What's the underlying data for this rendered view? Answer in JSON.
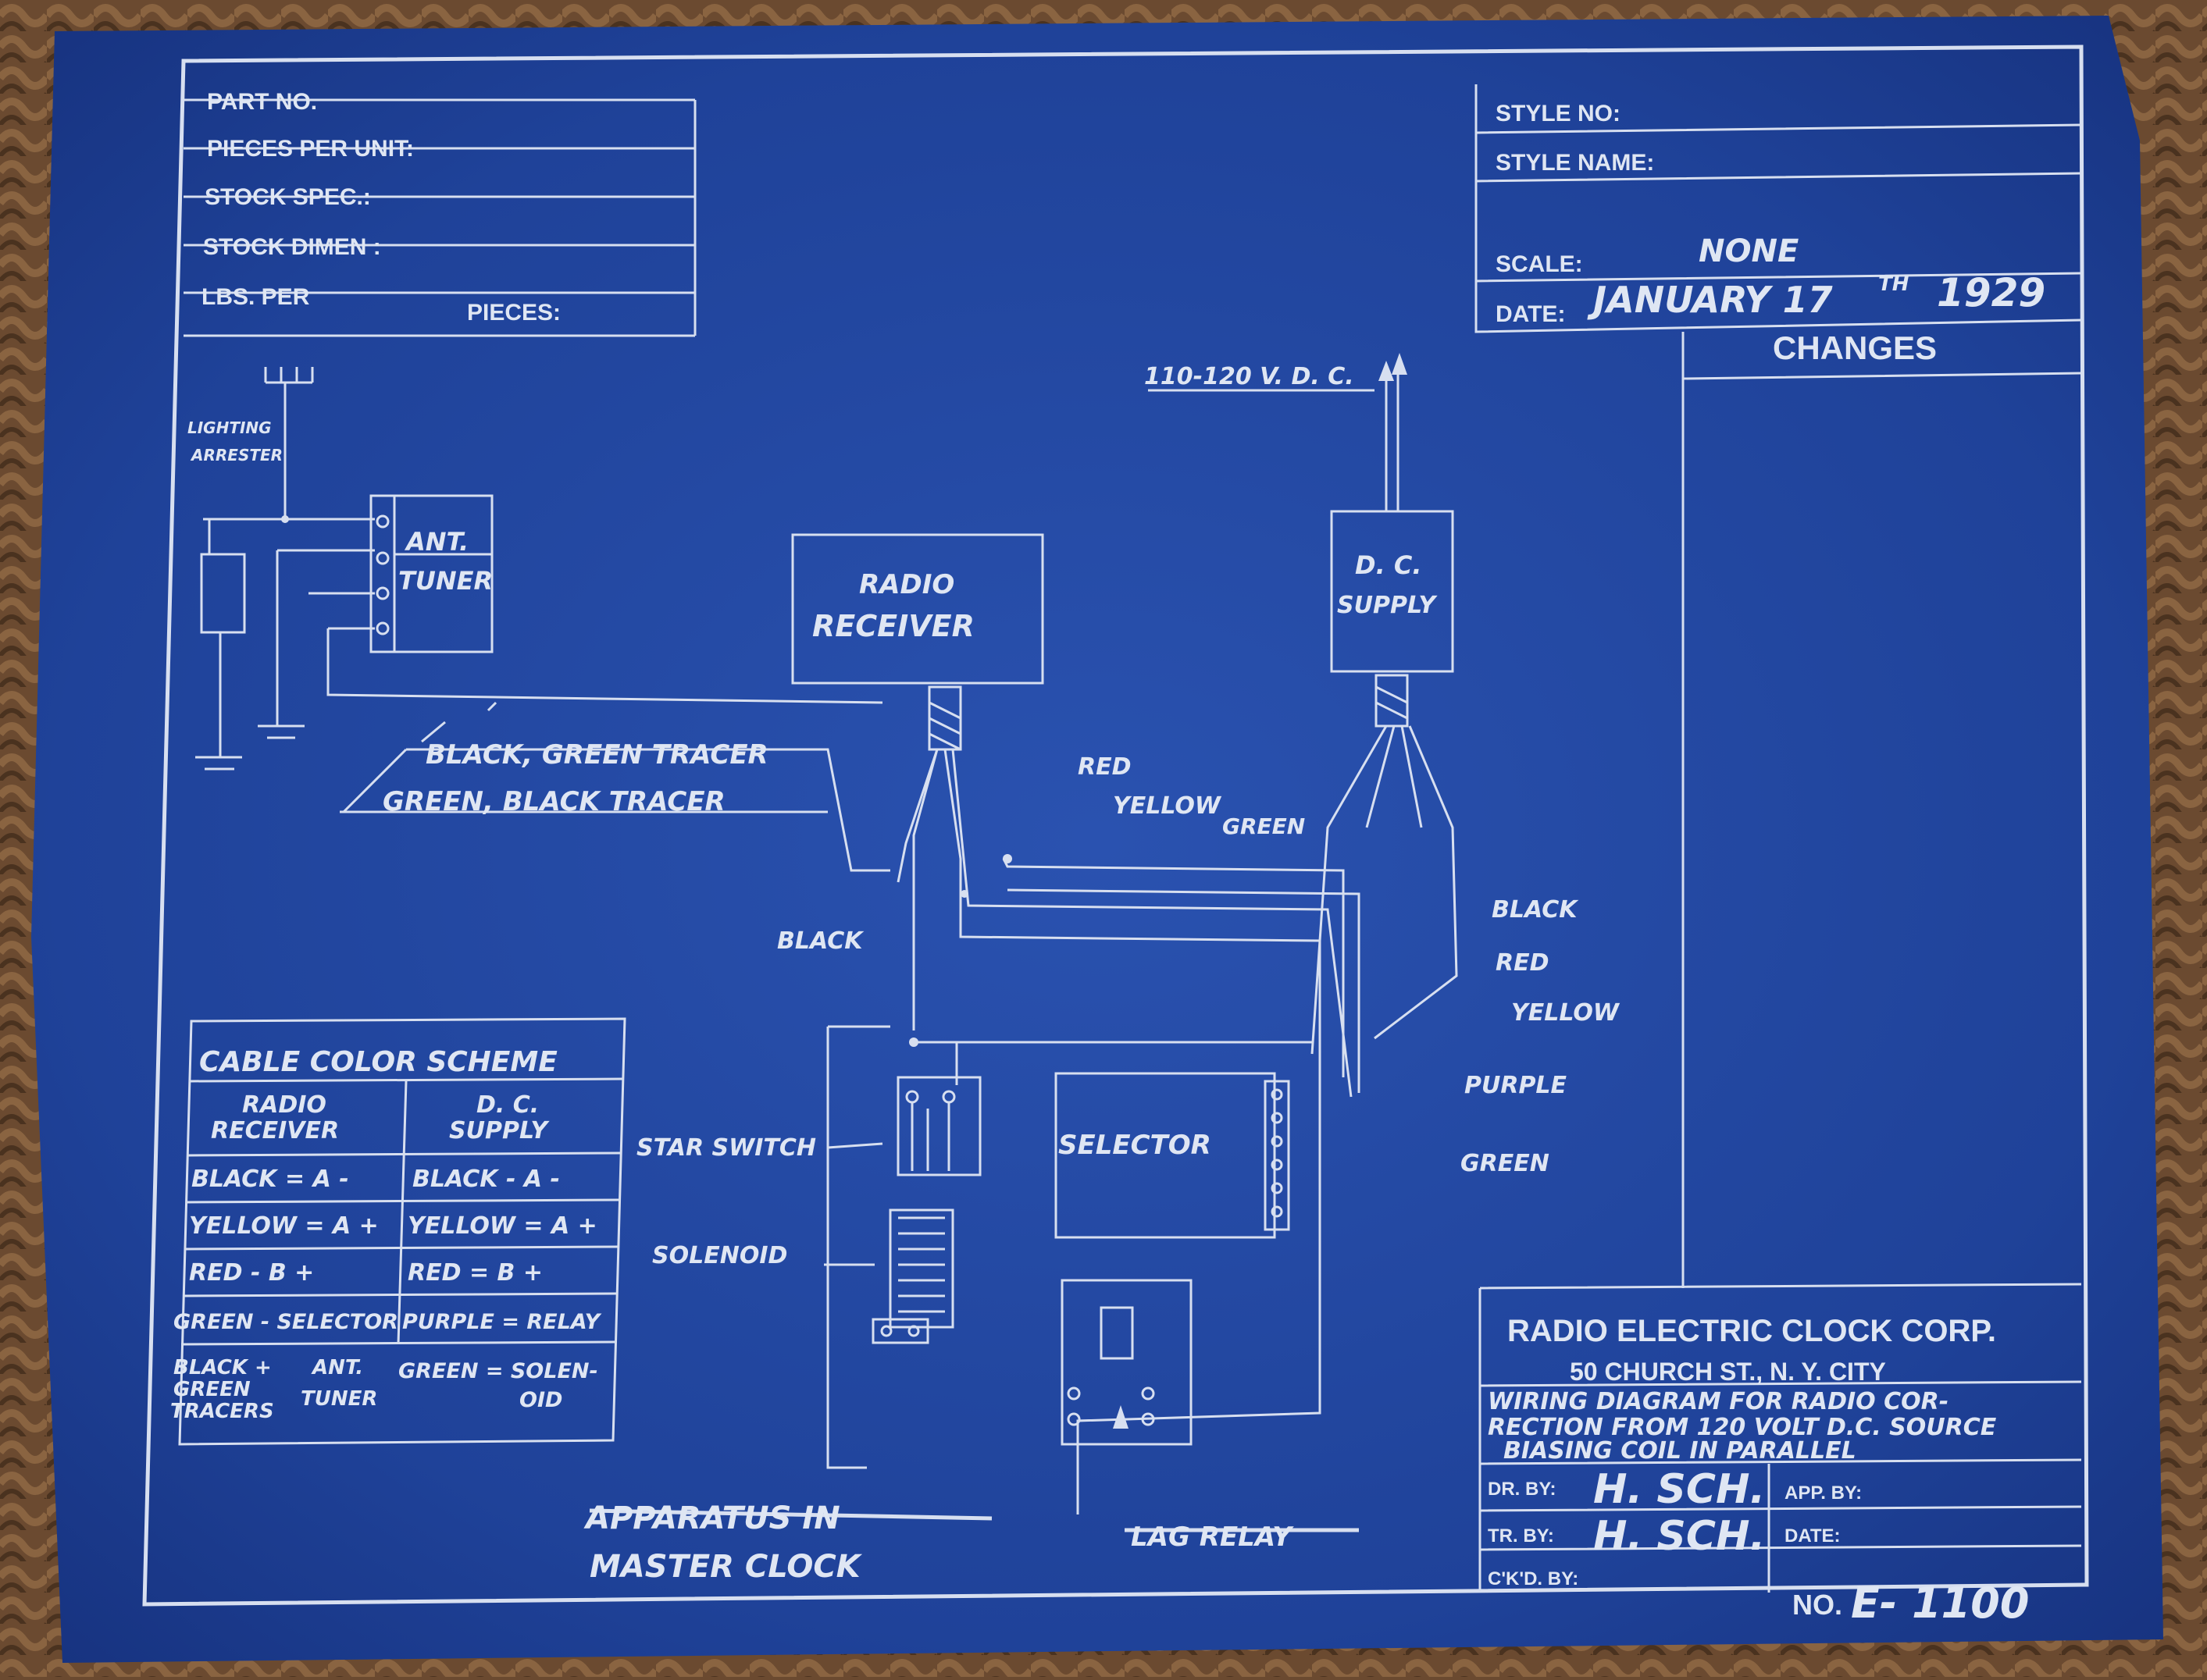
{
  "title_block": {
    "part_no": "PART NO.",
    "pieces_per_unit": "PIECES PER UNIT:",
    "stock_spec": "STOCK SPEC.:",
    "stock_dimen": "STOCK DIMEN :",
    "lbs_per": "LBS. PER",
    "pieces": "PIECES:"
  },
  "style_block": {
    "style_no": "STYLE NO:",
    "style_name": "STYLE NAME:",
    "scale_label": "SCALE:",
    "scale_value": "NONE",
    "date_label": "DATE:",
    "date_value": "JANUARY 17",
    "date_sup": "TH",
    "date_year": "1929",
    "changes": "CHANGES"
  },
  "company_block": {
    "company": "RADIO ELECTRIC CLOCK CORP.",
    "address": "50 CHURCH ST., N. Y. CITY",
    "desc_line1": "WIRING DIAGRAM FOR RADIO COR-",
    "desc_line2": "RECTION FROM 120 VOLT D.C. SOURCE",
    "desc_line3": "BIASING COIL IN PARALLEL",
    "dr_by": "DR. BY:",
    "dr_by_sig": "H. SCH.",
    "tr_by": "TR. BY:",
    "tr_by_sig": "H. SCH.",
    "ckd_by": "C'K'D. BY:",
    "app_by": "APP. BY:",
    "date": "DATE:",
    "no_label": "NO.",
    "no_value": "E- 1100"
  },
  "diagram": {
    "supply_voltage": "110-120 V. D. C.",
    "lighting_arrester_1": "LIGHTING",
    "lighting_arrester_2": "ARRESTER",
    "ant_tuner_1": "ANT.",
    "ant_tuner_2": "TUNER",
    "radio_receiver_1": "RADIO",
    "radio_receiver_2": "RECEIVER",
    "dc_supply_1": "D. C.",
    "dc_supply_2": "SUPPLY",
    "wire_black_green": "BLACK, GREEN TRACER",
    "wire_green_black": "GREEN, BLACK TRACER",
    "red": "RED",
    "yellow": "YELLOW",
    "green": "GREEN",
    "black": "BLACK",
    "black_r": "BLACK",
    "red_r": "RED",
    "yellow_r": "YELLOW",
    "purple_r": "PURPLE",
    "green_r": "GREEN",
    "star_switch": "STAR SWITCH",
    "solenoid": "SOLENOID",
    "selector": "SELECTOR",
    "lag_relay": "LAG RELAY",
    "apparatus_1": "APPARATUS IN",
    "apparatus_2": "MASTER CLOCK"
  },
  "cable_scheme": {
    "title": "CABLE COLOR SCHEME",
    "col1_1": "RADIO",
    "col1_2": "RECEIVER",
    "col2_1": "D. C.",
    "col2_2": "SUPPLY",
    "rows": [
      [
        "BLACK = A -",
        "BLACK - A -"
      ],
      [
        "YELLOW = A +",
        "YELLOW = A +"
      ],
      [
        "RED - B +",
        "RED = B +"
      ],
      [
        "GREEN - SELECTOR",
        "PURPLE = RELAY"
      ]
    ],
    "last_left_1": "BLACK +",
    "last_left_2": "GREEN",
    "last_left_3": "TRACERS",
    "last_mid_1": "ANT.",
    "last_mid_2": "TUNER",
    "last_right_1": "GREEN = SOLEN-",
    "last_right_2": "OID"
  },
  "colors": {
    "paper": "#1d3c93",
    "paper_light": "#2a52b0",
    "line": "#d7dff0",
    "wicker": "#6b4a30"
  }
}
